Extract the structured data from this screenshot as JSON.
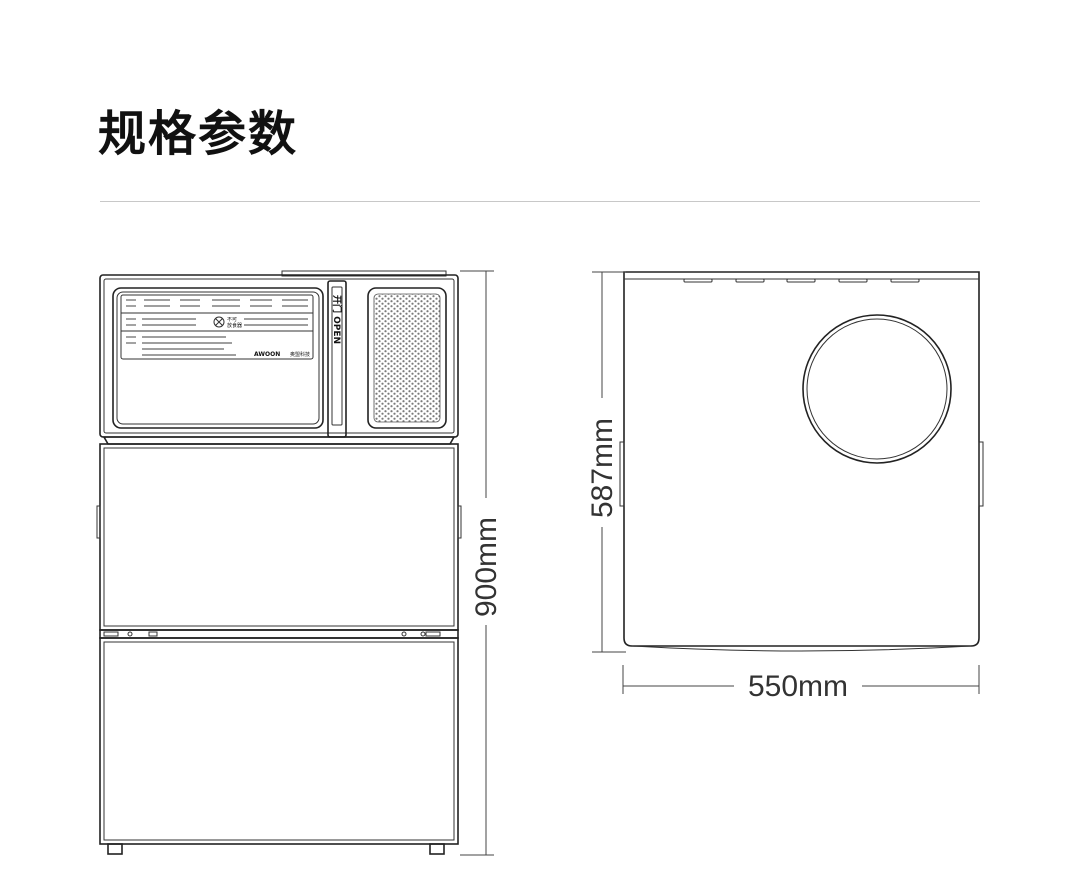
{
  "page": {
    "title": "规格参数"
  },
  "dimensions": {
    "front_height": "900mm",
    "side_height": "587mm",
    "side_width": "550mm"
  },
  "device": {
    "door_label": "开门 OPEN",
    "brand": "AWOON",
    "brand_cn": "奥盟科技",
    "no_put_label": "不可\n放食器"
  }
}
